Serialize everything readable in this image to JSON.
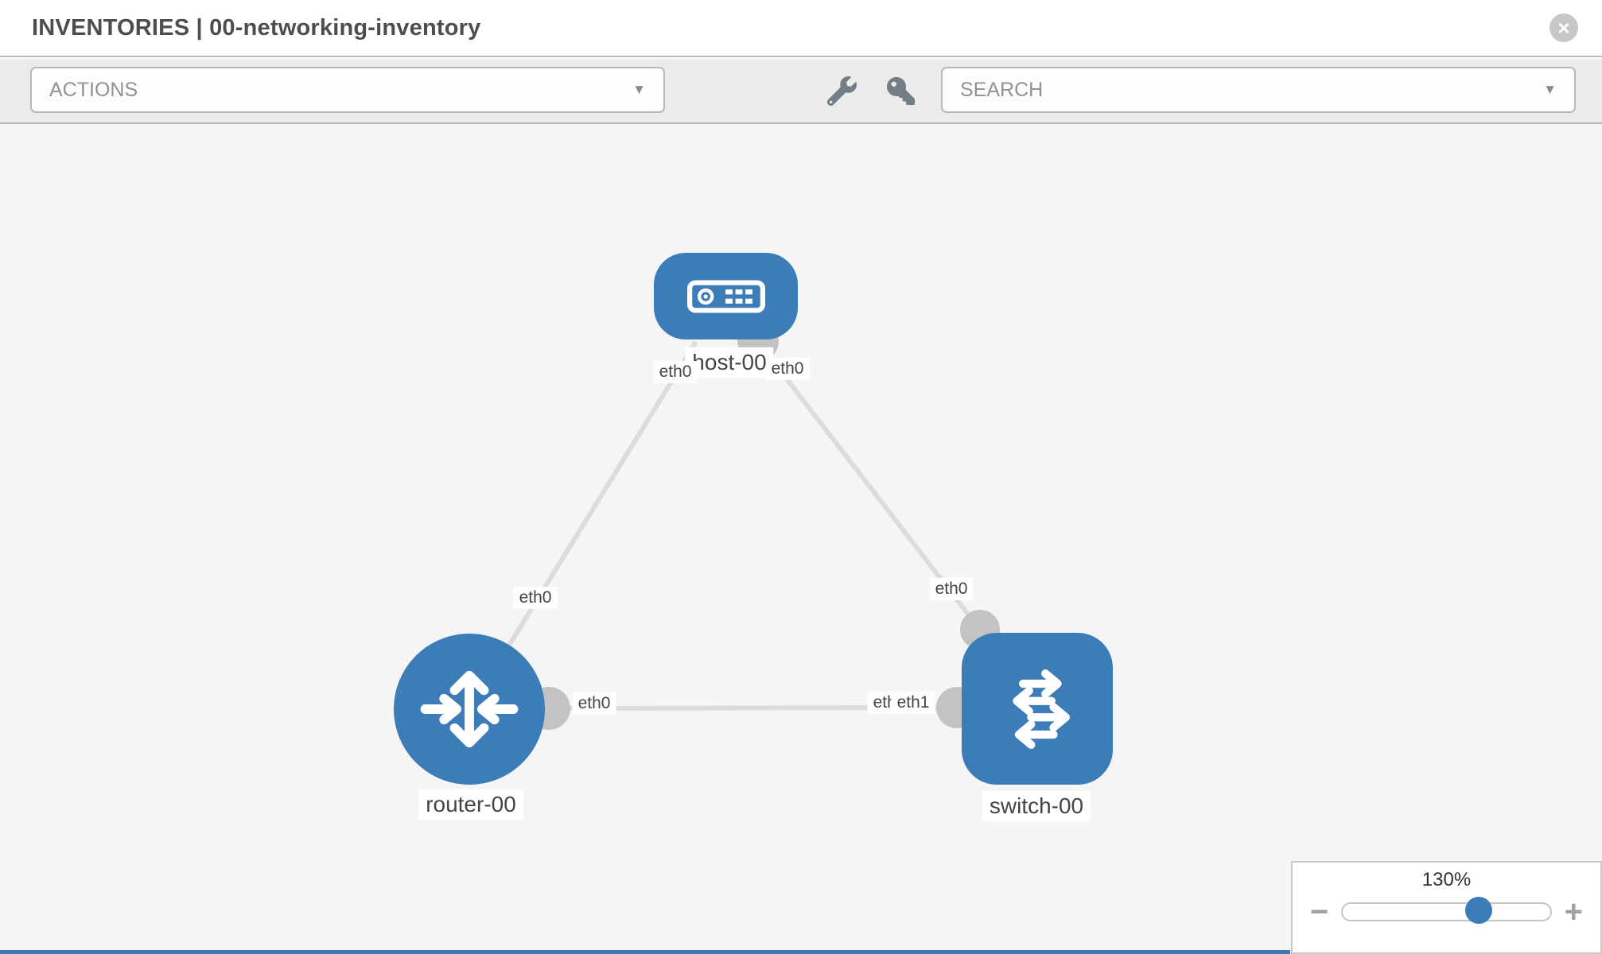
{
  "header": {
    "title": "INVENTORIES | 00-networking-inventory"
  },
  "toolbar": {
    "actions_label": "ACTIONS",
    "search_placeholder": "SEARCH"
  },
  "icons": {
    "close": "×",
    "caret": "▼",
    "wrench": "wrench-icon",
    "key": "key-icon",
    "minus": "−",
    "plus": "+"
  },
  "colors": {
    "node_blue": "#3b7cb9",
    "link_gray": "#dcdcdc",
    "interface_dot_gray": "#c3c3c3",
    "toolbar_gray": "#ebebeb",
    "canvas_gray": "#f5f5f5"
  },
  "topology": {
    "nodes": [
      {
        "label": "host-00",
        "type": "host",
        "shape": "rounded-rect"
      },
      {
        "label": "router-00",
        "type": "router",
        "shape": "circle"
      },
      {
        "label": "switch-00",
        "type": "switch",
        "shape": "rounded-square"
      }
    ],
    "links": [
      {
        "from": "host-00",
        "to": "router-00"
      },
      {
        "from": "host-00",
        "to": "switch-00"
      },
      {
        "from": "router-00",
        "to": "switch-00"
      }
    ],
    "interface_labels": [
      {
        "at": "host-00 / link to router-00",
        "text": "eth0"
      },
      {
        "at": "router-00 / link to host-00",
        "text": "eth0"
      },
      {
        "at": "host-00 / link to switch-00",
        "text": "eth0"
      },
      {
        "at": "switch-00 / link to host-00",
        "text": "eth0"
      },
      {
        "at": "router-00 / link to switch-00",
        "text": "eth0"
      },
      {
        "at": "switch-00 / link to router-00 (partially covered)",
        "text": "eth0"
      },
      {
        "at": "switch-00 / link to router-00",
        "text": "eth1"
      }
    ]
  },
  "zoom_control": {
    "level": "130%",
    "slider_percent": 65
  }
}
